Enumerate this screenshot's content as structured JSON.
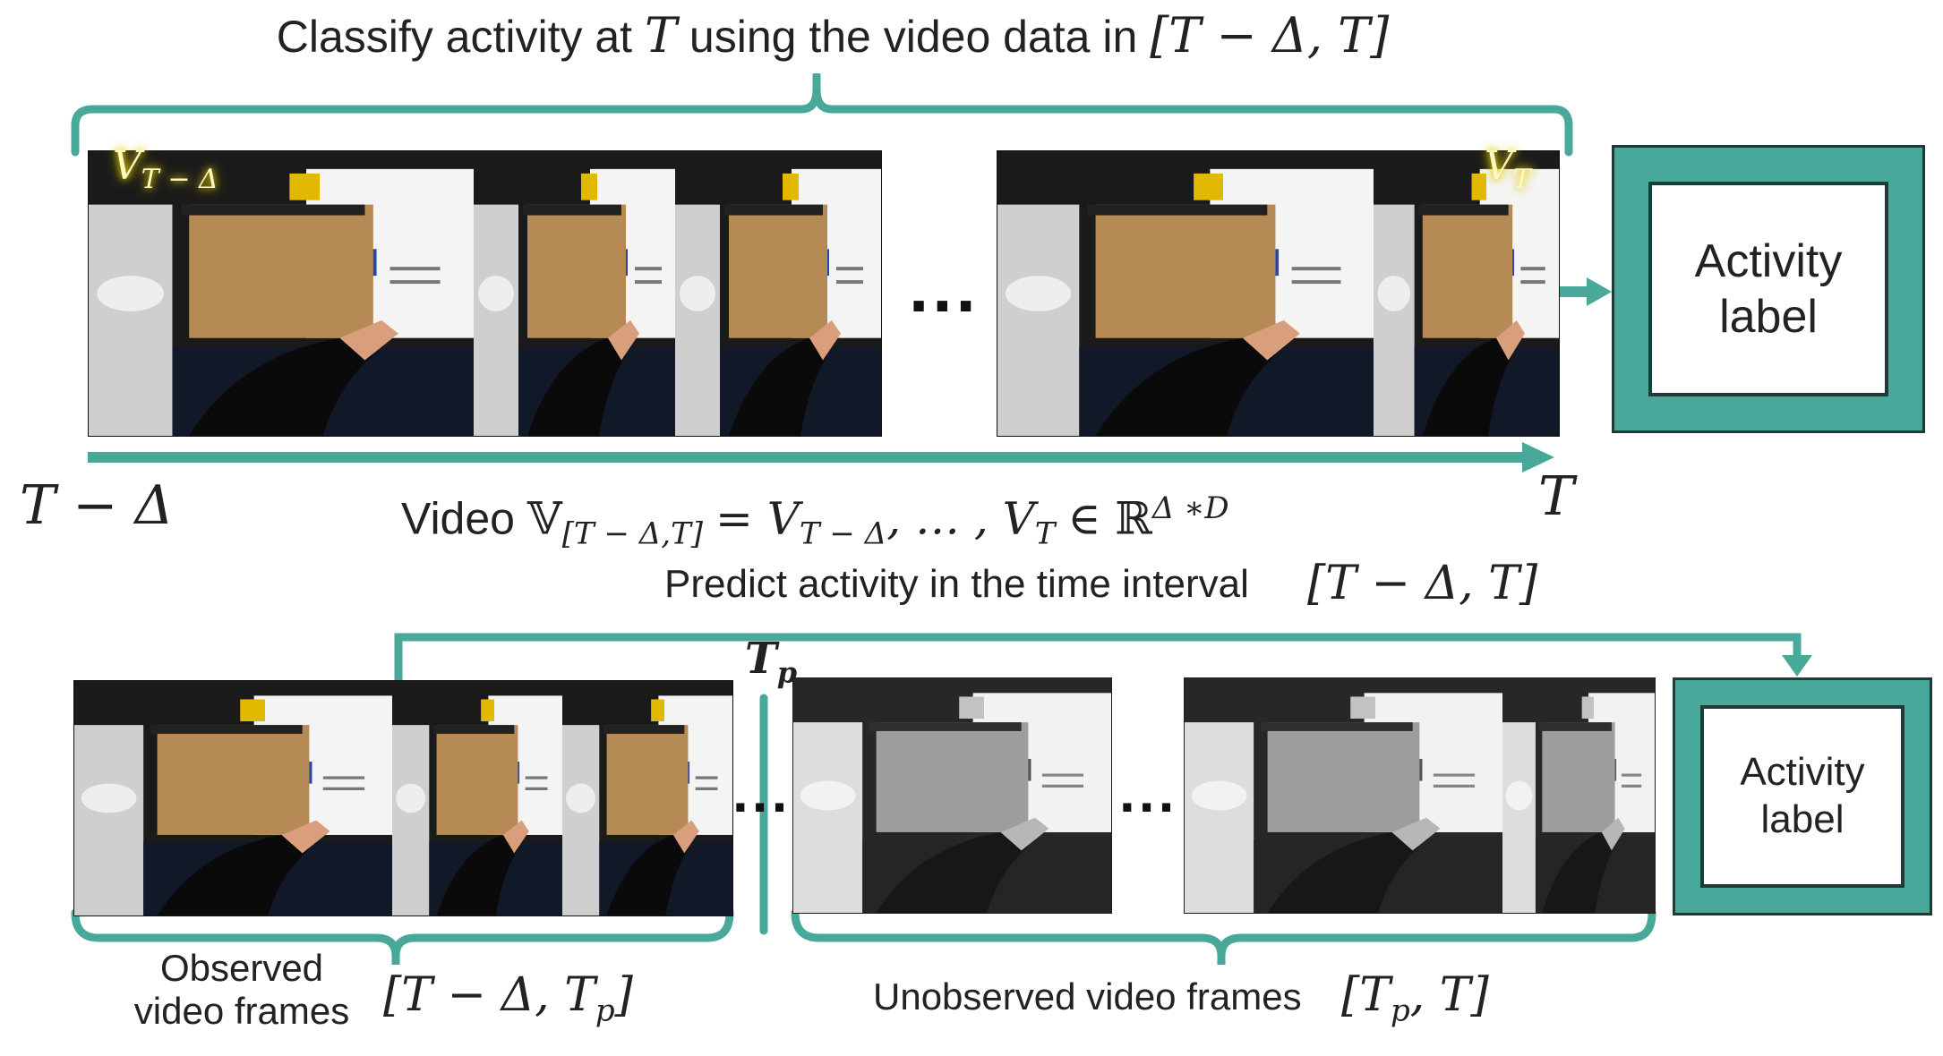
{
  "top": {
    "caption_prefix": "Classify activity at",
    "caption_T": "T",
    "caption_mid": "using the video data in",
    "caption_interval": "[T − Δ, T]",
    "frame_tag_start": "V",
    "frame_tag_start_sub": "T − Δ",
    "frame_tag_end": "V",
    "frame_tag_end_sub": "T",
    "ellipsis": "...",
    "axis_start": "T − Δ",
    "axis_end": "T",
    "video_word": "Video",
    "video_formula_lhs": "𝕍",
    "video_formula_lhs_sub": "[T − Δ,T]",
    "video_formula_rhs": "= V",
    "video_formula_rhs_sub1": "T − Δ",
    "video_formula_rhs_mid": ", … , V",
    "video_formula_rhs_sub2": "T",
    "video_formula_in": "∈ ℝ",
    "video_formula_sup": "Δ ∗D",
    "output_label": "Activity label"
  },
  "bottom": {
    "predict_caption": "Predict activity in the time interval",
    "predict_interval": "[T − Δ, T]",
    "tp_label": "T",
    "tp_sub": "p",
    "ellipsis_1": "...",
    "ellipsis_2": "...",
    "observed_label_line1": "Observed",
    "observed_label_line2": "video frames",
    "observed_interval": "[T − Δ, T",
    "observed_interval_sub": "p",
    "unobserved_label": "Unobserved video frames",
    "unobserved_interval_pre": "[T",
    "unobserved_interval_sub": "p",
    "unobserved_interval_post": ", T]",
    "output_label": "Activity label"
  },
  "colors": {
    "teal": "#48a89a",
    "dark": "#1e3b37",
    "highlight": "#e8d200"
  }
}
